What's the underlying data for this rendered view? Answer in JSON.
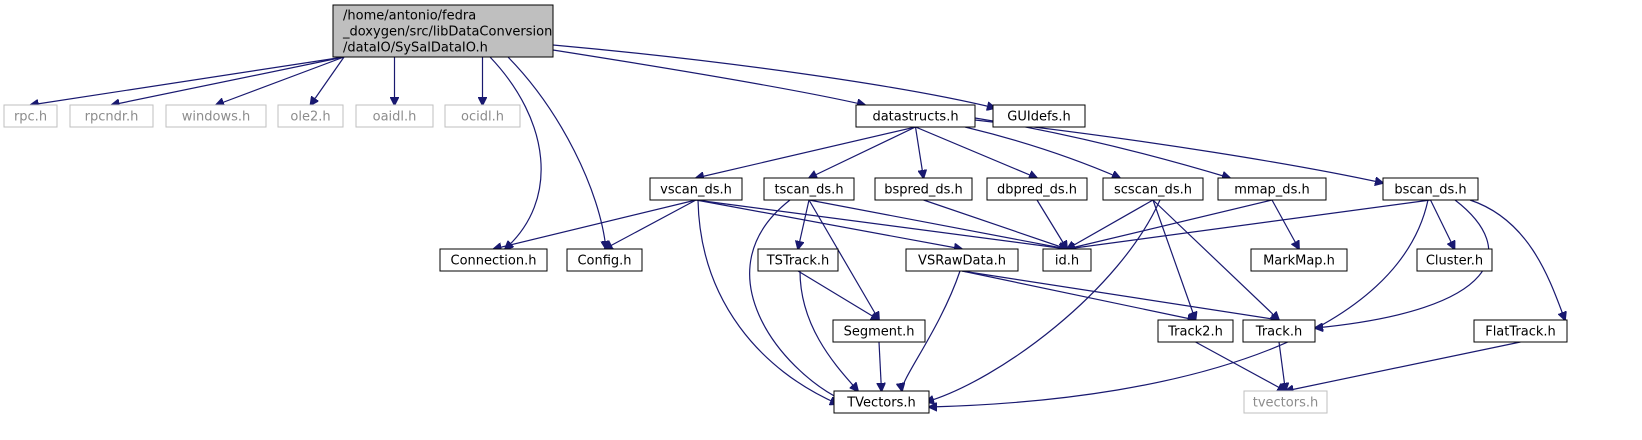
{
  "graph": {
    "root": {
      "id": "root",
      "lines": [
        "/home/antonio/fedra",
        "_doxygen/src/libDataConversion",
        "/dataIO/SySalDataIO.h"
      ]
    },
    "nodes": [
      {
        "id": "rpc",
        "label": "rpc.h",
        "missing": true
      },
      {
        "id": "rpcndr",
        "label": "rpcndr.h",
        "missing": true
      },
      {
        "id": "windows",
        "label": "windows.h",
        "missing": true
      },
      {
        "id": "ole2",
        "label": "ole2.h",
        "missing": true
      },
      {
        "id": "oaidl",
        "label": "oaidl.h",
        "missing": true
      },
      {
        "id": "ocidl",
        "label": "ocidl.h",
        "missing": true
      },
      {
        "id": "datastructs",
        "label": "datastructs.h",
        "missing": false
      },
      {
        "id": "guidefs",
        "label": "GUIdefs.h",
        "missing": false
      },
      {
        "id": "vscan",
        "label": "vscan_ds.h",
        "missing": false
      },
      {
        "id": "tscan",
        "label": "tscan_ds.h",
        "missing": false
      },
      {
        "id": "bspred",
        "label": "bspred_ds.h",
        "missing": false
      },
      {
        "id": "dbpred",
        "label": "dbpred_ds.h",
        "missing": false
      },
      {
        "id": "scscan",
        "label": "scscan_ds.h",
        "missing": false
      },
      {
        "id": "mmap",
        "label": "mmap_ds.h",
        "missing": false
      },
      {
        "id": "bscan",
        "label": "bscan_ds.h",
        "missing": false
      },
      {
        "id": "connection",
        "label": "Connection.h",
        "missing": false
      },
      {
        "id": "config",
        "label": "Config.h",
        "missing": false
      },
      {
        "id": "tstrack",
        "label": "TSTrack.h",
        "missing": false
      },
      {
        "id": "vsrawdata",
        "label": "VSRawData.h",
        "missing": false
      },
      {
        "id": "idh",
        "label": "id.h",
        "missing": false
      },
      {
        "id": "markmap",
        "label": "MarkMap.h",
        "missing": false
      },
      {
        "id": "cluster",
        "label": "Cluster.h",
        "missing": false
      },
      {
        "id": "segment",
        "label": "Segment.h",
        "missing": false
      },
      {
        "id": "track2",
        "label": "Track2.h",
        "missing": false
      },
      {
        "id": "track",
        "label": "Track.h",
        "missing": false
      },
      {
        "id": "flattrack",
        "label": "FlatTrack.h",
        "missing": false
      },
      {
        "id": "tvectorsU",
        "label": "TVectors.h",
        "missing": false
      },
      {
        "id": "tvectorsL",
        "label": "tvectors.h",
        "missing": true
      }
    ],
    "edges": [
      {
        "from": "root",
        "to": "rpc"
      },
      {
        "from": "root",
        "to": "rpcndr"
      },
      {
        "from": "root",
        "to": "windows"
      },
      {
        "from": "root",
        "to": "ole2"
      },
      {
        "from": "root",
        "to": "oaidl"
      },
      {
        "from": "root",
        "to": "ocidl"
      },
      {
        "from": "root",
        "to": "datastructs"
      },
      {
        "from": "root",
        "to": "guidefs"
      },
      {
        "from": "root",
        "to": "connection"
      },
      {
        "from": "root",
        "to": "config"
      },
      {
        "from": "datastructs",
        "to": "vscan"
      },
      {
        "from": "datastructs",
        "to": "tscan"
      },
      {
        "from": "datastructs",
        "to": "bspred"
      },
      {
        "from": "datastructs",
        "to": "dbpred"
      },
      {
        "from": "datastructs",
        "to": "scscan"
      },
      {
        "from": "datastructs",
        "to": "mmap"
      },
      {
        "from": "datastructs",
        "to": "bscan"
      },
      {
        "from": "vscan",
        "to": "connection"
      },
      {
        "from": "vscan",
        "to": "config"
      },
      {
        "from": "vscan",
        "to": "idh"
      },
      {
        "from": "vscan",
        "to": "vsrawdata"
      },
      {
        "from": "vscan",
        "to": "tvectorsU"
      },
      {
        "from": "tscan",
        "to": "tstrack"
      },
      {
        "from": "tscan",
        "to": "segment"
      },
      {
        "from": "tscan",
        "to": "idh"
      },
      {
        "from": "tscan",
        "to": "tvectorsU"
      },
      {
        "from": "bspred",
        "to": "idh"
      },
      {
        "from": "dbpred",
        "to": "idh"
      },
      {
        "from": "scscan",
        "to": "idh"
      },
      {
        "from": "scscan",
        "to": "track2"
      },
      {
        "from": "scscan",
        "to": "track"
      },
      {
        "from": "scscan",
        "to": "tvectorsU"
      },
      {
        "from": "mmap",
        "to": "idh"
      },
      {
        "from": "mmap",
        "to": "markmap"
      },
      {
        "from": "bscan",
        "to": "idh"
      },
      {
        "from": "bscan",
        "to": "cluster"
      },
      {
        "from": "bscan",
        "to": "track"
      },
      {
        "from": "bscan",
        "to": "flattrack"
      },
      {
        "from": "bscan",
        "to": "tvectorsU"
      },
      {
        "from": "tstrack",
        "to": "segment"
      },
      {
        "from": "tstrack",
        "to": "tvectorsU"
      },
      {
        "from": "vsrawdata",
        "to": "track2"
      },
      {
        "from": "vsrawdata",
        "to": "track"
      },
      {
        "from": "vsrawdata",
        "to": "tvectorsU"
      },
      {
        "from": "segment",
        "to": "tvectorsU"
      },
      {
        "from": "track2",
        "to": "tvectorsL"
      },
      {
        "from": "track",
        "to": "tvectorsL"
      },
      {
        "from": "flattrack",
        "to": "tvectorsL"
      }
    ],
    "colors": {
      "edge": "#191970",
      "root_fill": "#bfbfbf",
      "missing_border": "#bfbfbf",
      "missing_text": "#8c8c8c",
      "border": "#000000"
    }
  }
}
